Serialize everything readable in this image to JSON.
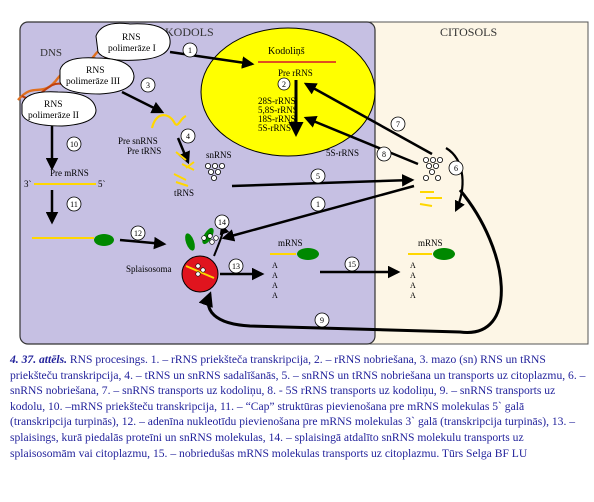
{
  "regions": {
    "nucleus": "KODOLS",
    "cytosol": "CITOSOLS",
    "nucleolus": "Kodoliņš"
  },
  "labels": {
    "dns": "DNS",
    "pol1_a": "RNS",
    "pol1_b": "polimerāze I",
    "pol3_a": "RNS",
    "pol3_b": "polimerāze III",
    "pol2_a": "RNS",
    "pol2_b": "polimerāze II",
    "pre_rrns": "Pre rRNS",
    "r28": "28S-rRNS",
    "r58": "5,8S-rRNS",
    "r18": "18S-rRNS",
    "r5": "5S-rRNS",
    "pre_sn": "Pre snRNS",
    "pre_t": "Pre tRNS",
    "snrns": "snRNS",
    "trns": "tRNS",
    "pre_mrns": "Pre mRNS",
    "end3": "3`",
    "end5": "5`",
    "splaisosoma": "Splaisosoma",
    "mrns_nuc": "mRNS",
    "mrns_cyt": "mRNS",
    "s5rrns": "5S-rRNS",
    "a": "A"
  },
  "steps": [
    "1",
    "2",
    "3",
    "4",
    "5",
    "6",
    "7",
    "8",
    "9",
    "10",
    "11",
    "12",
    "13",
    "14",
    "15",
    "1"
  ],
  "caption": {
    "fig": "4. 37. attēls.",
    "text": " RNS procesings. 1. – rRNS priekšteča transkripcija, 2. – rRNS nobriešana, 3. mazo (sn) RNS un tRNS priekšteču transkripcija, 4. – tRNS un snRNS sadalīšanās, 5. – snRNS un tRNS nobriešana un transports uz citoplazmu, 6. – snRNS nobriešana, 7. – snRNS transports uz kodoliņu, 8. - 5S rRNS transports uz kodoliņu, 9. – snRNS transports uz kodolu, 10. –mRNS priekšteču transkripcija, 11. – “Cap” struktūras pievienošana pre mRNS molekulas 5` galā (transkripcija turpinās), 12. – adenīna nukleotīdu pievienošana pre mRNS molekulas 3` galā (transkripcija turpinās), 13. – splaisings, kurā piedalās proteīni un snRNS molekulas, 14. – splaisingā atdalīto snRNS molekulu transports uz splaisosomām vai citoplazmu, 15. – nobriedušas mRNS molekulas transports uz citoplazmu. Tūrs Selga BF LU"
  },
  "colors": {
    "nucleus": "#c6c0e3",
    "cytosol": "#fdf6e6",
    "nucleolus": "#ffff00",
    "rna": "#ffd700",
    "protein": "#008800",
    "spliceosome": "#e0141e",
    "dna": "#e07020",
    "text_blue": "#1f1f9a"
  }
}
